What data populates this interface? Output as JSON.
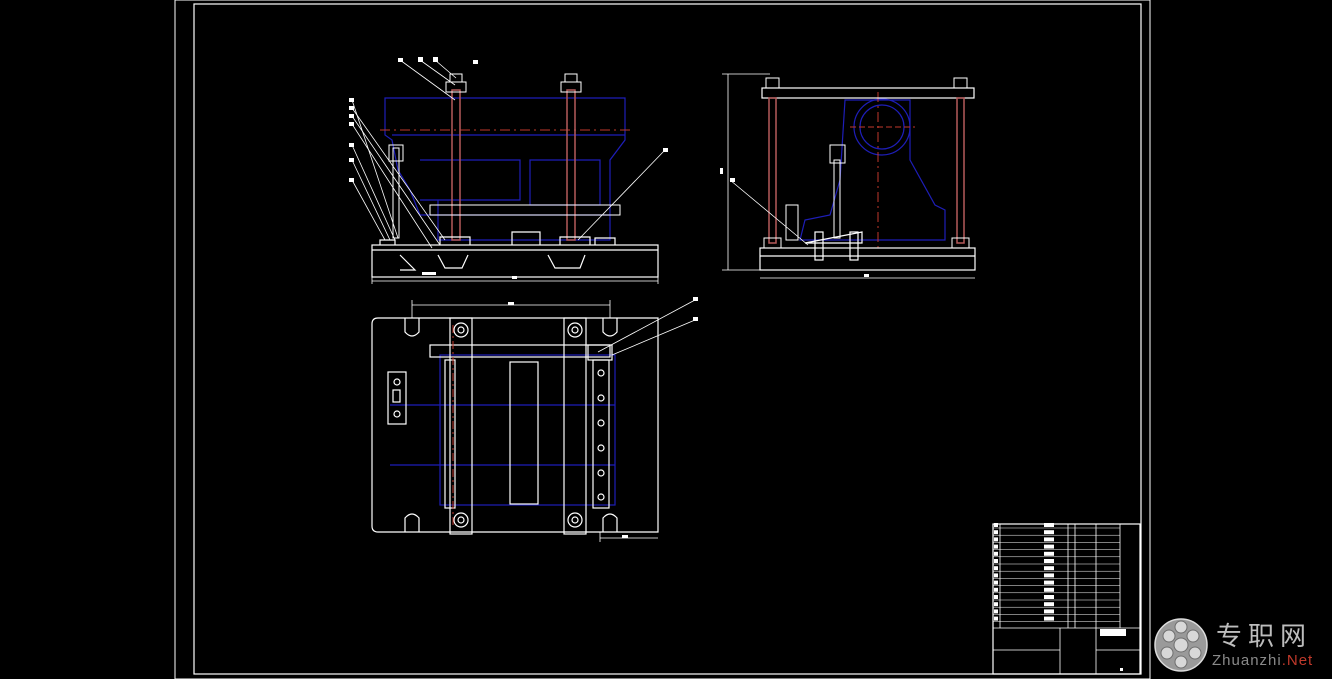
{
  "drawing": {
    "colors": {
      "background": "#000000",
      "outline": "#ffffff",
      "hidden_part": "#1e1eb8",
      "centerline": "#c0392b",
      "rod": "#b55a5a"
    }
  },
  "watermark": {
    "text_cn": "专职网",
    "text_en_prefix": "Zhuanzhi",
    "text_en_suffix": ".Net",
    "icon": "globe-logo-icon"
  }
}
